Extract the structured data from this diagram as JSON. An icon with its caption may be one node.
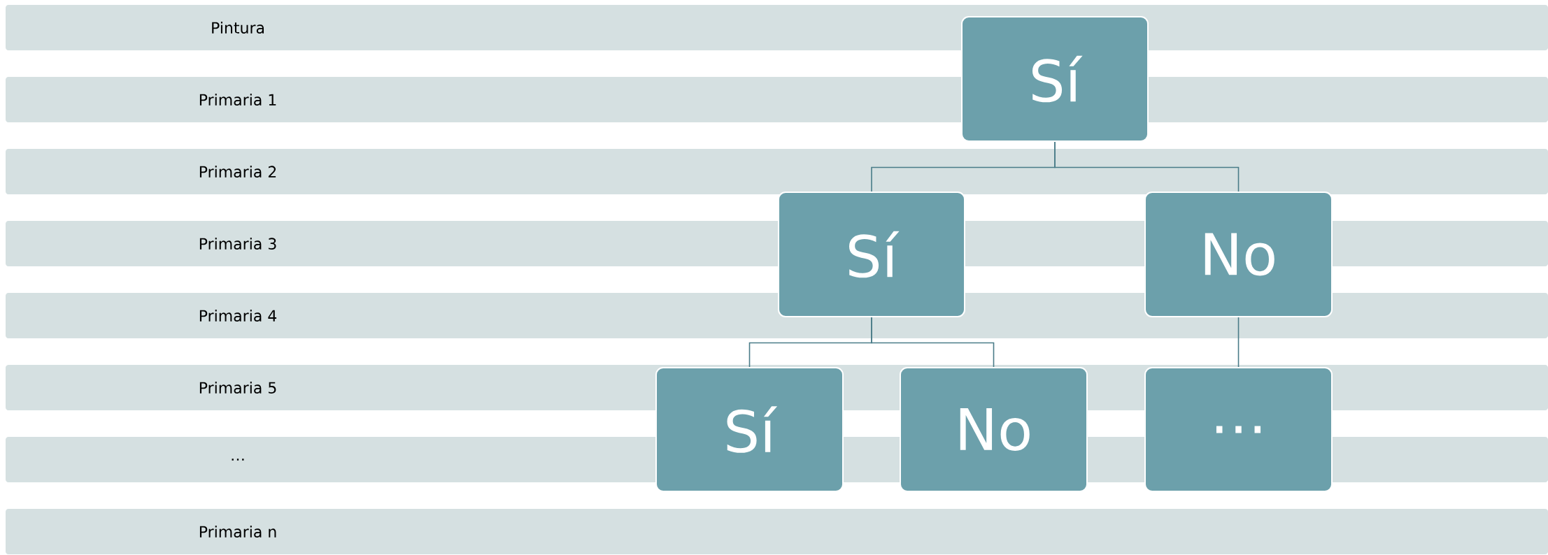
{
  "diagram": {
    "nodes": [
      {
        "text": [
          "Sí"
        ]
      },
      {
        "text": [
          "Sí"
        ]
      },
      {
        "text": [
          "No"
        ]
      },
      {
        "text": [
          "Sí"
        ]
      },
      {
        "text": [
          "No"
        ]
      },
      {
        "text": [
          "…"
        ]
      }
    ],
    "edges": [
      {
        "from": 0,
        "to": 1,
        "arrow": "none"
      },
      {
        "from": 0,
        "to": 2,
        "arrow": "none"
      },
      {
        "from": 1,
        "to": 3,
        "arrow": "none"
      },
      {
        "from": 1,
        "to": 4,
        "arrow": "none"
      },
      {
        "from": 2,
        "to": 5,
        "arrow": "none"
      }
    ],
    "labels": [
      "Pintura",
      "Primaria 1",
      "Primaria 2",
      "Primaria 3",
      "Primaria 4",
      "Primaria 5",
      "…",
      "Primaria n"
    ]
  }
}
